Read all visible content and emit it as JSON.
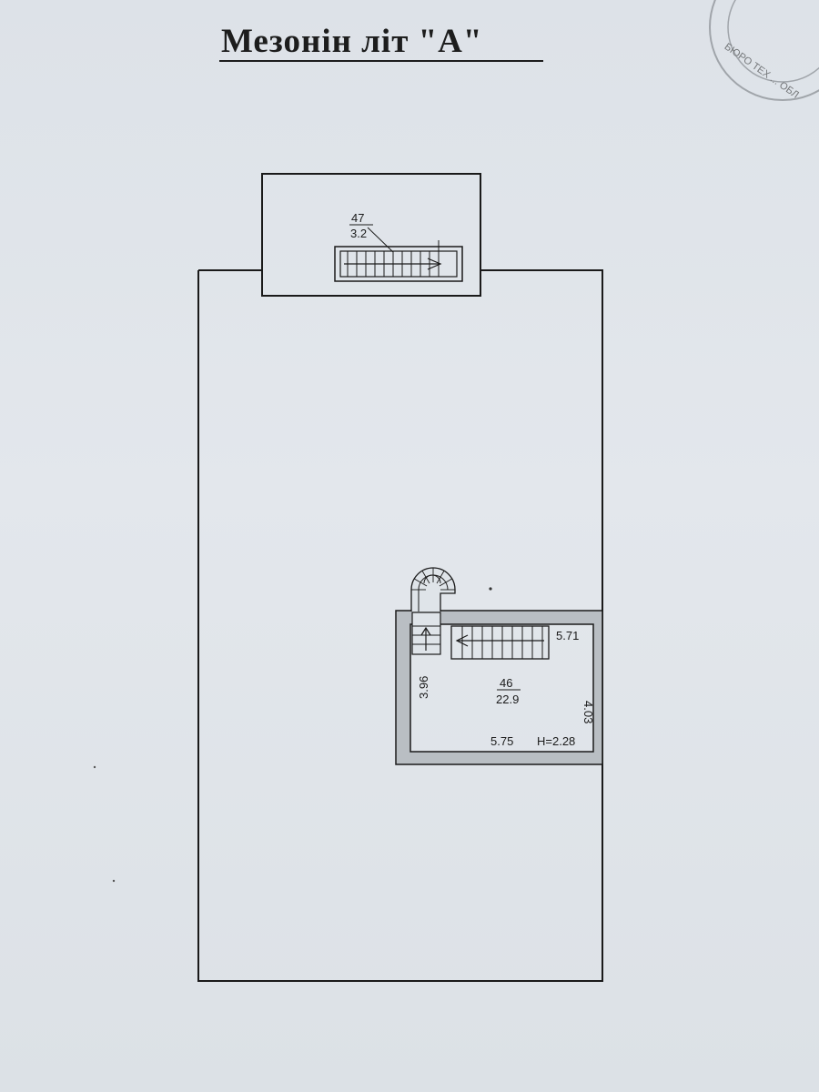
{
  "title": "Мезонін літ \"А\"",
  "stair_room": {
    "number": "47",
    "area": "3.2"
  },
  "room": {
    "number": "46",
    "area": "22.9",
    "dim_top": "5.71",
    "dim_left": "3.96",
    "dim_right": "4.03",
    "dim_bottom": "5.75",
    "height": "H=2.28"
  },
  "stamp": {
    "text": "БЮРО ТЕХ ... ОБЛ"
  },
  "colors": {
    "paper": "#dfe4e9",
    "ink": "#1a1a1a",
    "wall_fill": "#b9bec3"
  }
}
